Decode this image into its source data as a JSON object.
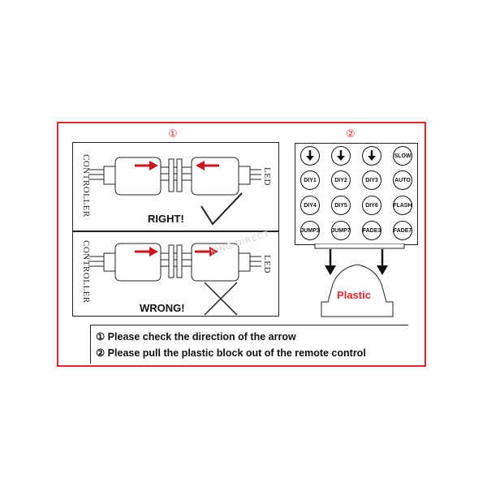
{
  "panel_numbers": {
    "left": "①",
    "right": "②"
  },
  "connection": {
    "side_left": "CONTROLLER",
    "side_right": "LED",
    "right_label": "RIGHT!",
    "wrong_label": "WRONG!"
  },
  "remote": {
    "keys": [
      "",
      "",
      "",
      "SLOW",
      "DIY1",
      "DIY2",
      "DIY3",
      "AUTO",
      "DIY4",
      "DIY5",
      "DIY6",
      "FLASH",
      "JUMP3",
      "JUMP7",
      "FADE3",
      "FADE7"
    ]
  },
  "plastic_label": "Plastic",
  "instructions": [
    "① Please check the direction of the arrow",
    "② Please pull the plastic block out of the remote control"
  ],
  "colors": {
    "accent_red": "#e8262a",
    "arrow_red": "#d0121b"
  },
  "icons": [
    "arrow-right-icon",
    "arrow-left-icon",
    "check-mark-icon",
    "cross-mark-icon",
    "arrow-down-icon"
  ]
}
